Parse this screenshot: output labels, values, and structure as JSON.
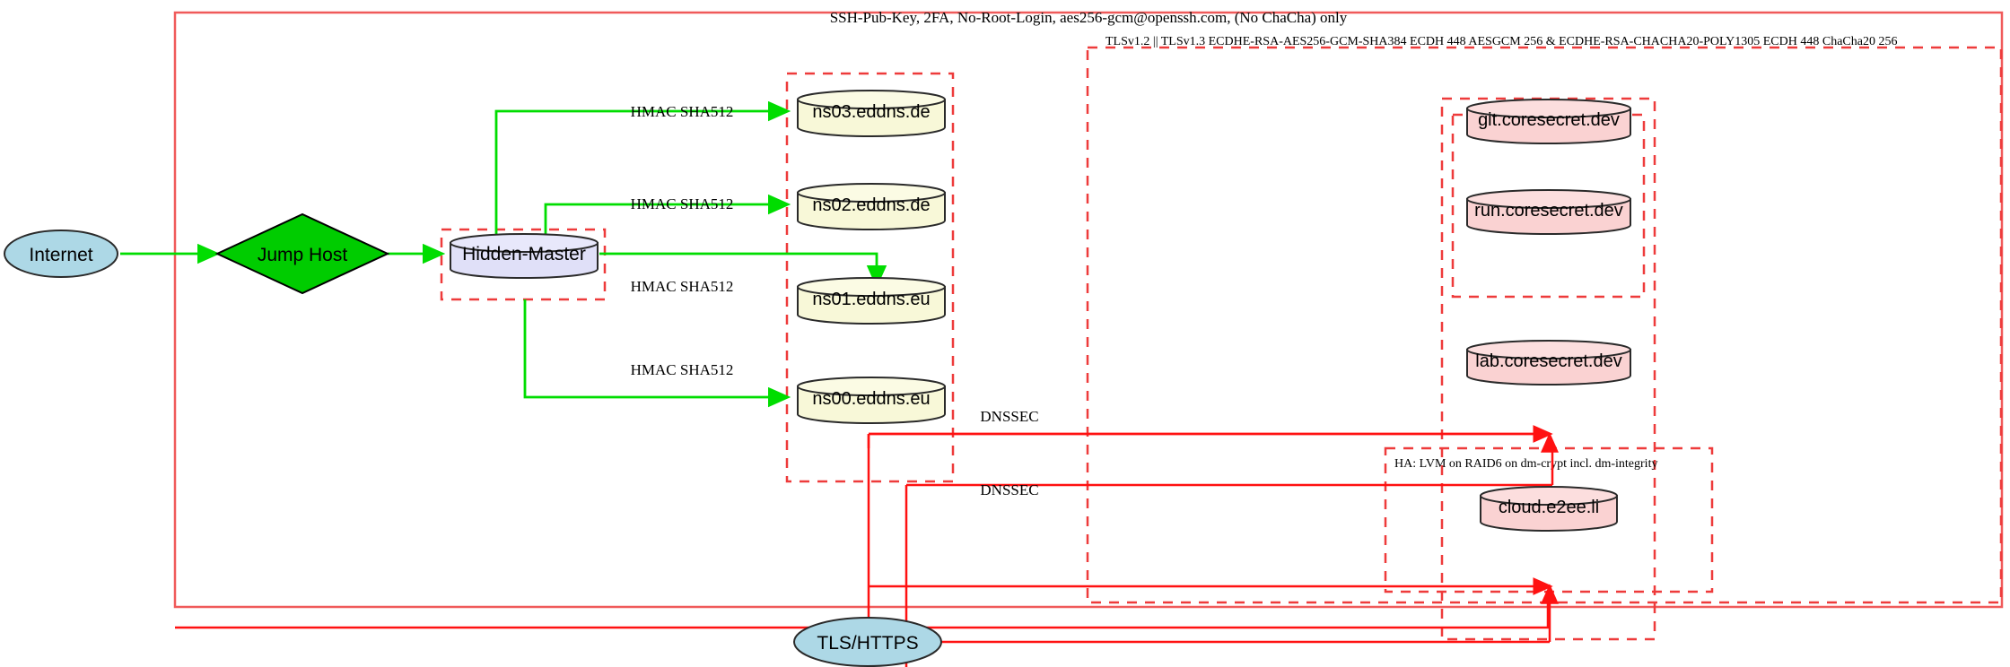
{
  "diagram": {
    "title_label": "SSH-Pub-Key, 2FA, No-Root-Login, aes256-gcm@openssh.com, (No ChaCha) only",
    "tls_label": "TLSv1.2 || TLSv1.3 ECDHE-RSA-AES256-GCM-SHA384 ECDH 448 AESGCM 256 & ECDHE-RSA-CHACHA20-POLY1305 ECDH 448 ChaCha20 256",
    "ha_label": "HA: LVM on RAID6 on dm-crypt incl. dm-integrity"
  },
  "nodes": {
    "internet": "Internet",
    "jump_host": "Jump Host",
    "hidden_master": "Hidden-Master",
    "ns03": "ns03.eddns.de",
    "ns02": "ns02.eddns.de",
    "ns01": "ns01.eddns.eu",
    "ns00": "ns00.eddns.eu",
    "git": "git.coresecret.dev",
    "run": "run.coresecret.dev",
    "lab": "lab.coresecret.dev",
    "cloud": "cloud.e2ee.li",
    "tls_https": "TLS/HTTPS"
  },
  "edges": {
    "hmac_ns03": "HMAC SHA512",
    "hmac_ns02": "HMAC SHA512",
    "hmac_ns01": "HMAC SHA512",
    "hmac_ns00": "HMAC SHA512",
    "dnssec_upper": "DNSSEC",
    "dnssec_lower": "DNSSEC"
  },
  "colors": {
    "outer_box_border": "#f05a5a",
    "dashed_border": "#ee3b3b",
    "green_edge": "#00dd00",
    "red_edge": "#ff1111",
    "internet_fill": "#add8e6",
    "jump_host_fill": "#00cc00",
    "hidden_master_fill": "#e0e0f8",
    "dns_fill": "#f8f8d8",
    "service_fill": "#fad2d2",
    "node_stroke": "#2a2a2a"
  }
}
